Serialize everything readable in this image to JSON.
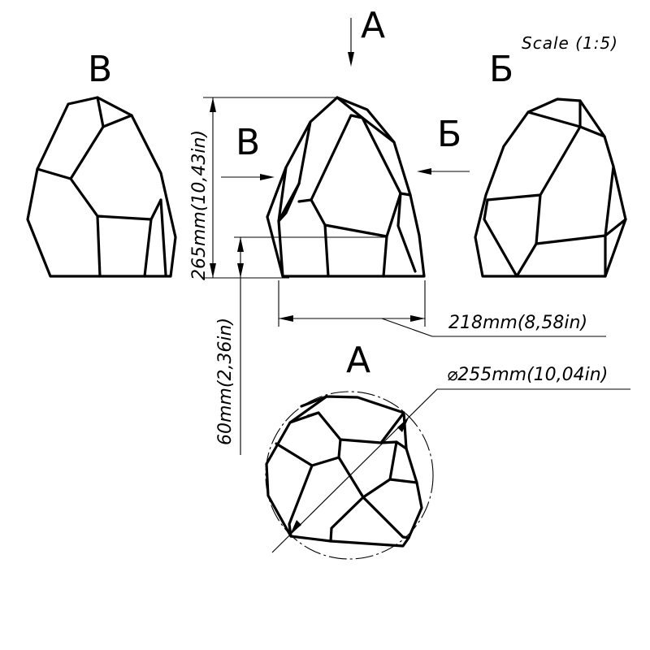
{
  "title": {
    "scale": "Scale (1:5)"
  },
  "views": {
    "left_label": "В",
    "front_label": "А",
    "right_label": "Б",
    "top_label": "А",
    "arrow_left_label": "В",
    "arrow_right_label": "Б"
  },
  "dimensions": {
    "height": "265mm(10,43in)",
    "base_offset": "60mm(2,36in)",
    "width": "218mm(8,58in)",
    "diameter": "⌀255mm(10,04in)"
  }
}
